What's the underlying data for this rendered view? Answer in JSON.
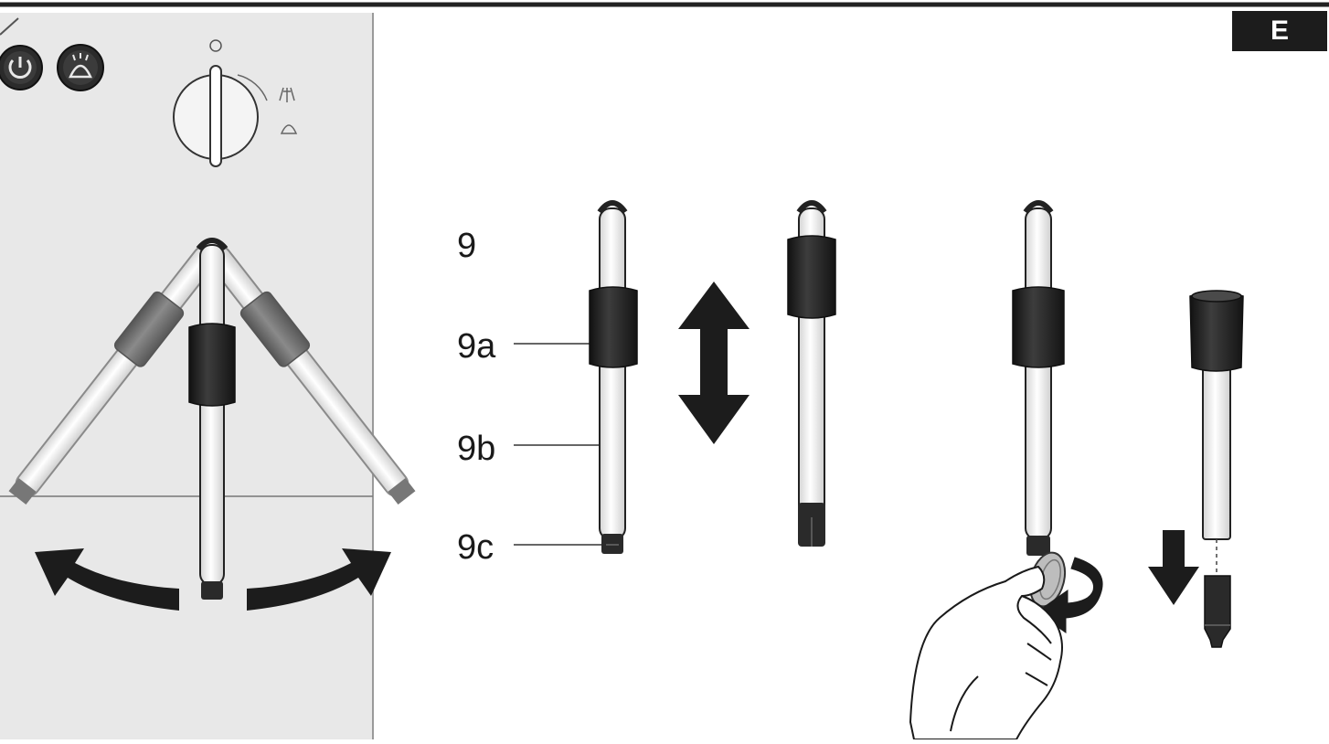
{
  "corner_badge": "E",
  "labels": {
    "main": "9",
    "sleeve": "9a",
    "tube": "9b",
    "tip": "9c"
  },
  "colors": {
    "panel": "#e7e7e7",
    "sleeve": "#2a2a2a",
    "sleeve_faded": "#6e6e6e",
    "tube": "#f7f7f7",
    "outline": "#1a1a1a",
    "arrow": "#1c1c1c",
    "badge": "#1c1c1c"
  },
  "icons": [
    "power-button-icon",
    "steam-button-icon",
    "steam-selector-dial-icon",
    "hand-icon",
    "coin-icon"
  ]
}
